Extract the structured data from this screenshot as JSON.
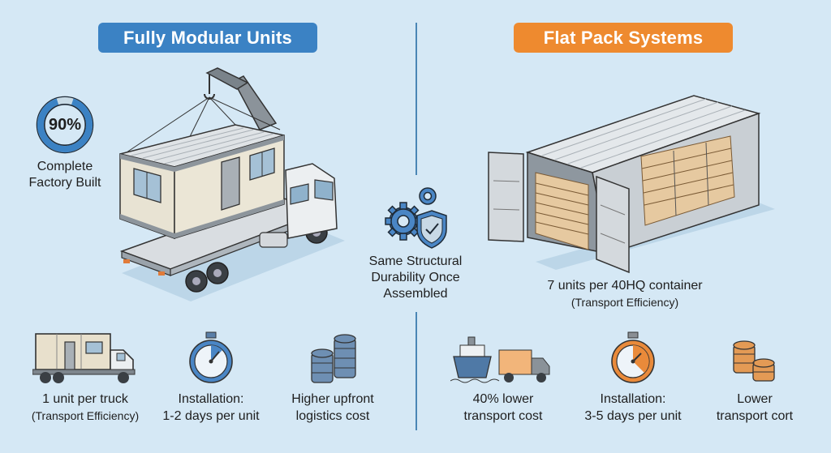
{
  "colors": {
    "background": "#d5e8f5",
    "modular_accent": "#3b82c4",
    "flatpack_accent": "#ee8a2f",
    "divider": "#4a86b5"
  },
  "left": {
    "title": "Fully Modular Units",
    "progress": {
      "value": 90,
      "label": "90%",
      "caption_line1": "Complete",
      "caption_line2": "Factory Built"
    },
    "illustration": "crane-truck-lifting-modular-unit",
    "features": [
      {
        "icon": "truck-with-modular-unit-icon",
        "line1": "1 unit per truck",
        "line2": "(Transport Efficiency)"
      },
      {
        "icon": "stopwatch-icon",
        "line1": "Installation:",
        "line2": "1-2 days per unit"
      },
      {
        "icon": "coin-stacks-icon",
        "line1": "Higher upfront",
        "line2": "logistics cost"
      }
    ]
  },
  "center": {
    "icon": "gears-shield-check-icon",
    "line1": "Same Structural",
    "line2": "Durability Once",
    "line3": "Assembled"
  },
  "right": {
    "title": "Flat Pack Systems",
    "illustration": "shipping-container-with-flat-packs",
    "container_caption": "7 units per 40HQ container",
    "container_subcaption": "(Transport Efficiency)",
    "features": [
      {
        "icon": "ship-and-truck-icon",
        "line1": "40% lower",
        "line2": "transport cost"
      },
      {
        "icon": "stopwatch-icon",
        "line1": "Installation:",
        "line2": "3-5 days per unit"
      },
      {
        "icon": "coin-stacks-icon",
        "line1": "Lower",
        "line2": "transport cort"
      }
    ]
  }
}
